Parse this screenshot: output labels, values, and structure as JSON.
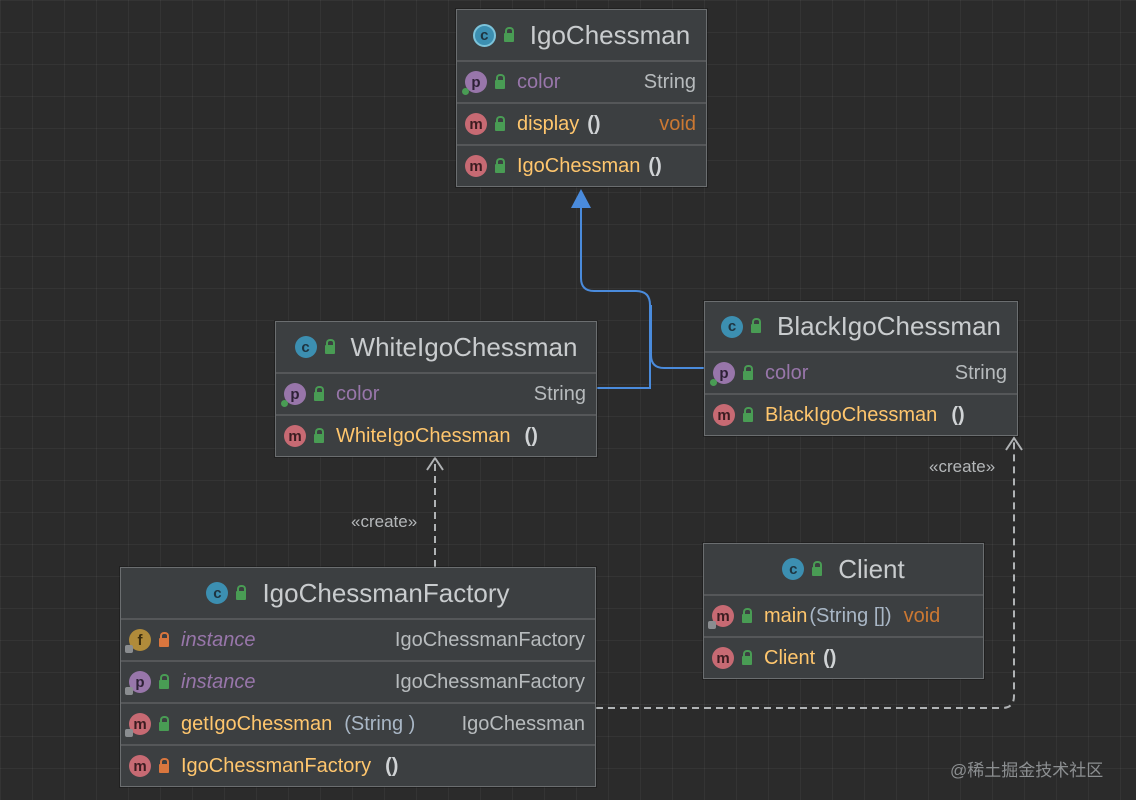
{
  "colors": {
    "background": "#2b2b2b",
    "inheritance": "#4a8bdc",
    "dependency": "#b0b3b5",
    "method": "#ffc66d",
    "property": "#9876aa",
    "type_void": "#cc7832"
  },
  "classes": {
    "igo_chessman": {
      "name": "IgoChessman",
      "icon": "abstract-class-icon",
      "field": {
        "name": "color",
        "type": "String"
      },
      "method1": {
        "name": "display",
        "parens": "()",
        "ret": "void"
      },
      "ctor": {
        "name": "IgoChessman",
        "parens": "()"
      }
    },
    "white": {
      "name": "WhiteIgoChessman",
      "icon": "class-icon",
      "field": {
        "name": "color",
        "type": "String"
      },
      "ctor": {
        "name": "WhiteIgoChessman",
        "parens": "()"
      }
    },
    "black": {
      "name": "BlackIgoChessman",
      "icon": "class-icon",
      "field": {
        "name": "color",
        "type": "String"
      },
      "ctor": {
        "name": "BlackIgoChessman",
        "parens": "()"
      }
    },
    "client": {
      "name": "Client",
      "icon": "runnable-class-icon",
      "main": {
        "name": "main",
        "args": "(String [])",
        "ret": "void"
      },
      "ctor": {
        "name": "Client",
        "parens": "()"
      }
    },
    "factory": {
      "name": "IgoChessmanFactory",
      "icon": "class-icon",
      "field": {
        "name": "instance",
        "type": "IgoChessmanFactory"
      },
      "prop": {
        "name": "instance",
        "type": "IgoChessmanFactory"
      },
      "get": {
        "name": "getIgoChessman",
        "args": "(String )",
        "ret": "IgoChessman"
      },
      "ctor": {
        "name": "IgoChessmanFactory",
        "parens": "()"
      }
    }
  },
  "badges": {
    "c": "c",
    "p": "p",
    "m": "m",
    "f": "f"
  },
  "relations": {
    "create_label_1": "«create»",
    "create_label_2": "«create»"
  },
  "watermark": "@稀土掘金技术社区"
}
